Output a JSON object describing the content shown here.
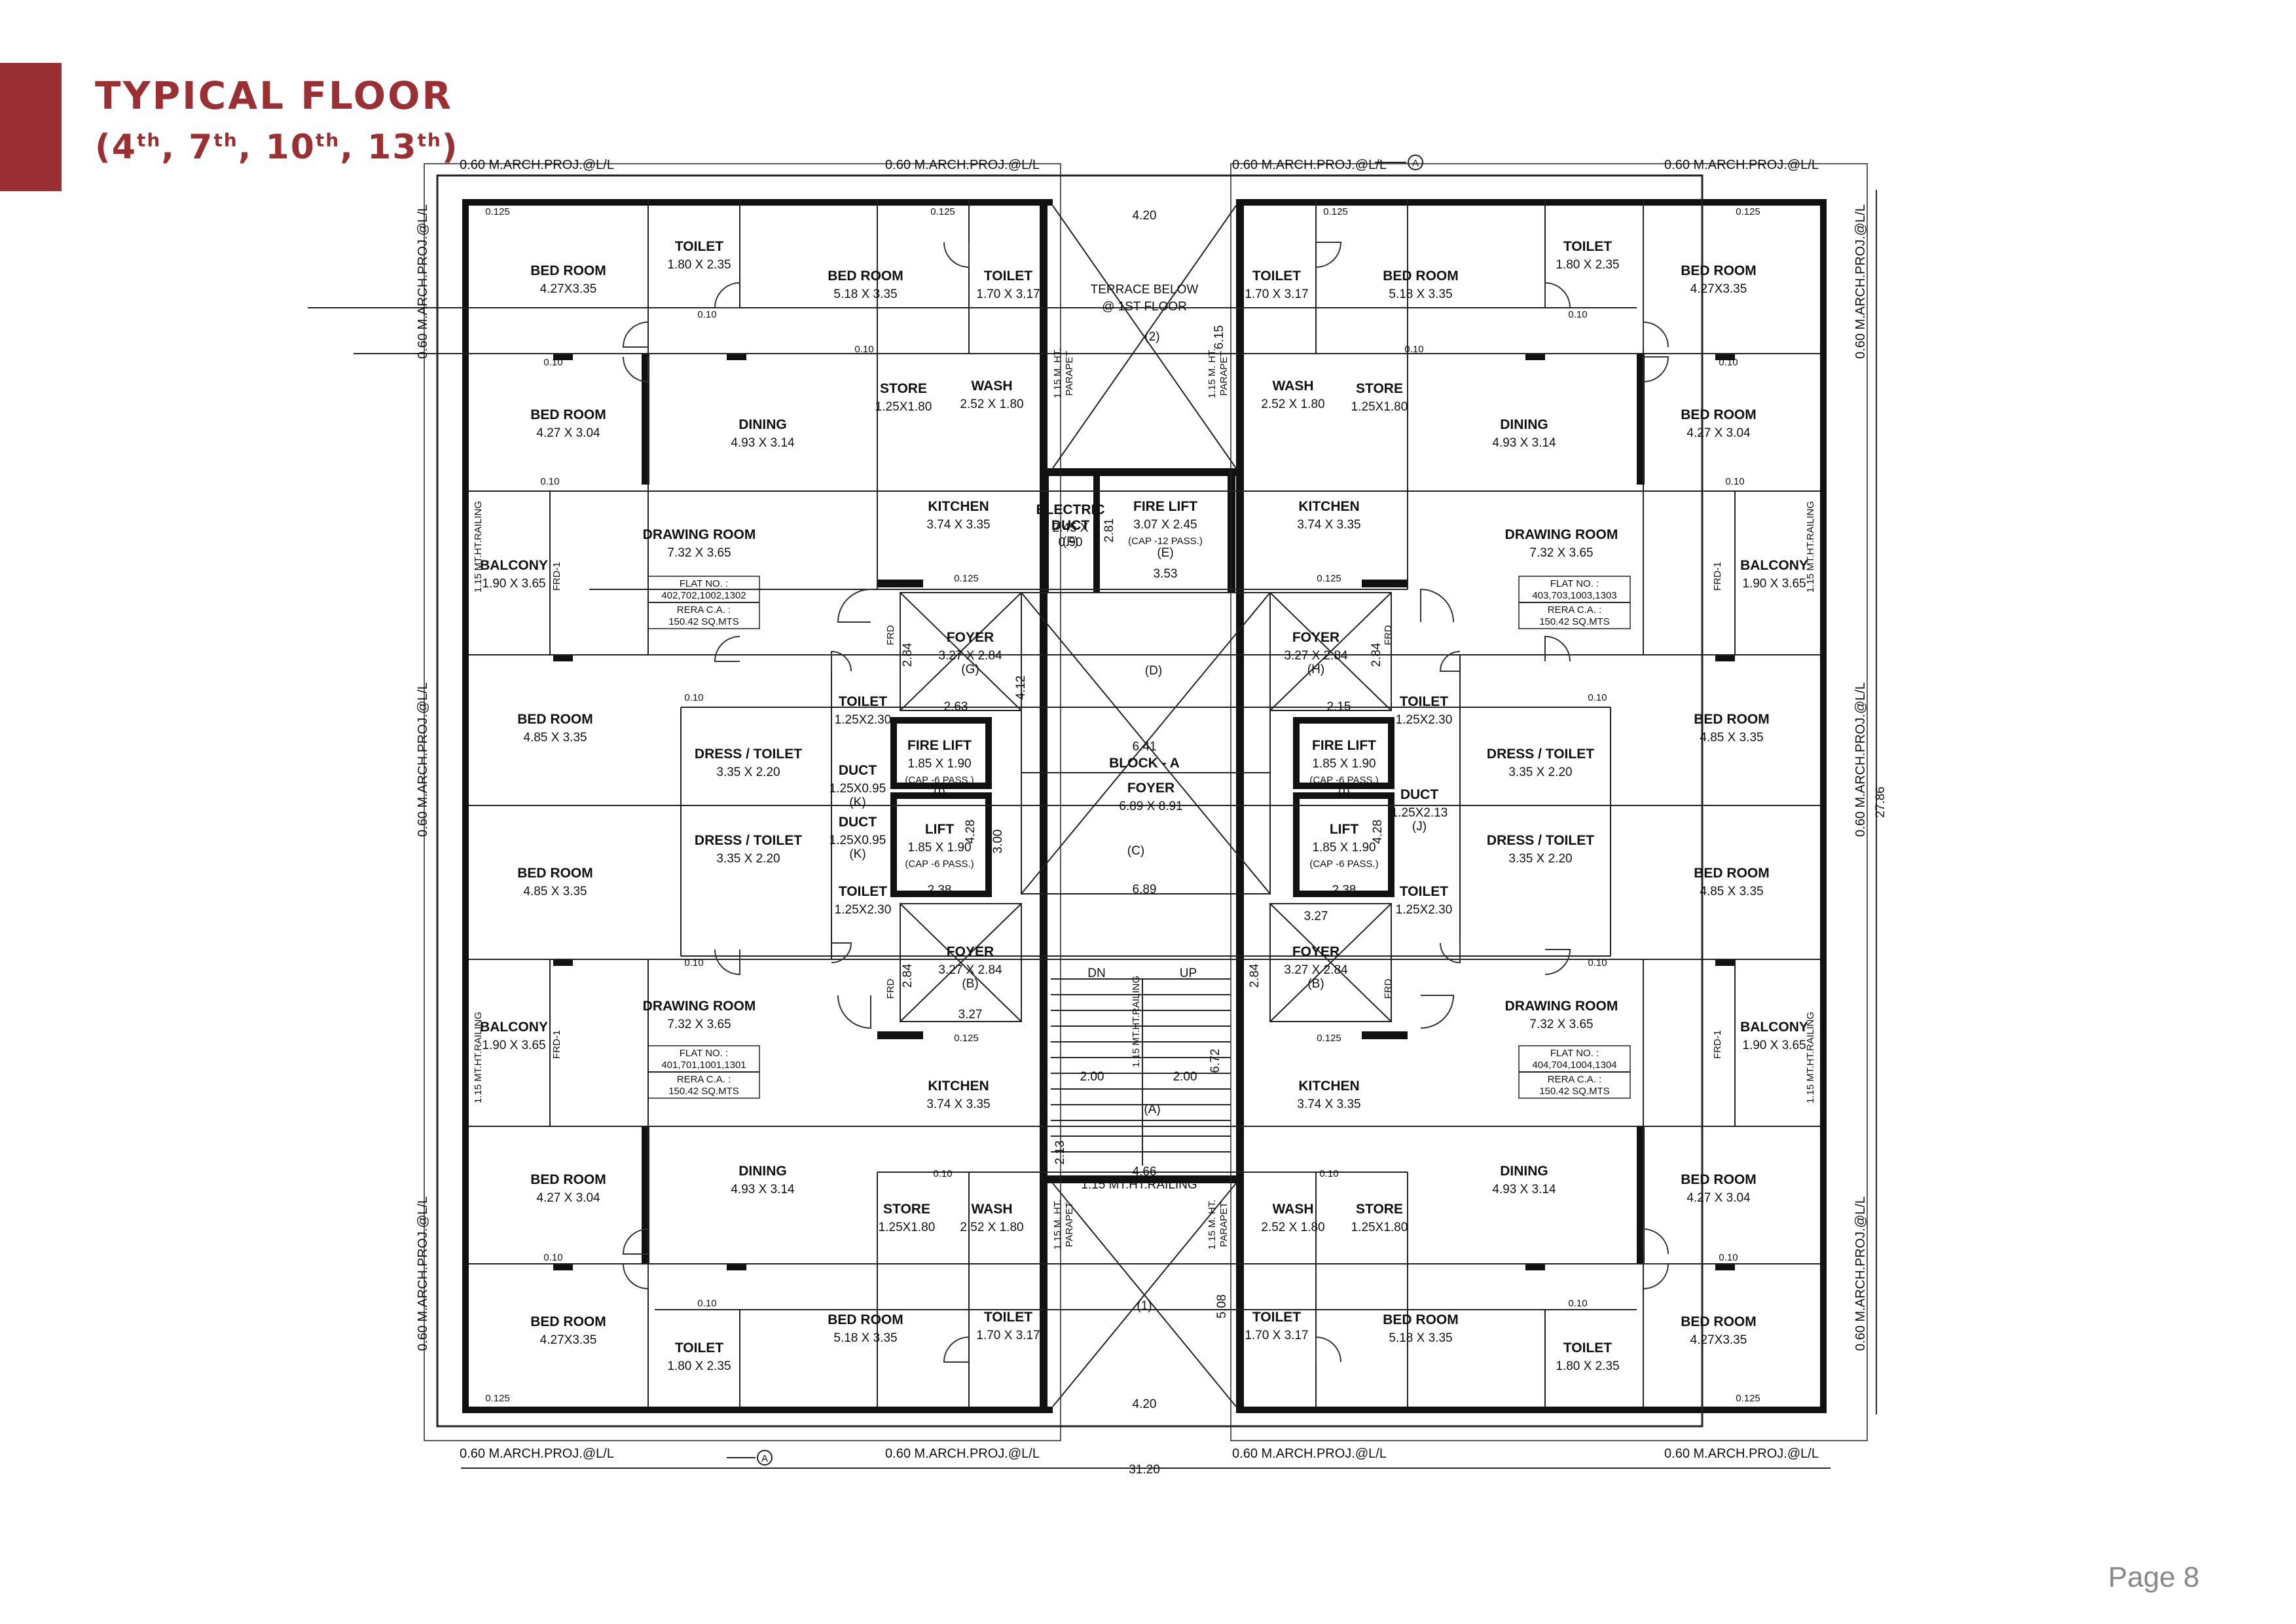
{
  "header": {
    "title": "TYPICAL FLOOR",
    "floors": [
      "4",
      "7",
      "10",
      "13"
    ],
    "floor_suffix": "th"
  },
  "page_label": "Page 8",
  "colors": {
    "accent": "#9a3034",
    "wall": "#111111"
  },
  "plan": {
    "block_name": "BLOCK - A",
    "overall_width": "31.20",
    "overall_depth": "27.86",
    "projection_label": "0.60 M.ARCH.PROJ.@L/L",
    "section_marker": "A",
    "terrace_top": {
      "label": "TERRACE  BELOW\n@ 1ST FLOOR",
      "dim": "4.20",
      "tag": "(2)"
    },
    "terrace_bottom": {
      "dim": "4.20",
      "tag": "(1)"
    },
    "rooms": [
      {
        "id": "tl-bed1",
        "name": "BED ROOM",
        "size": "4.27X3.35"
      },
      {
        "id": "tl-toilet1",
        "name": "TOILET",
        "size": "1.80 X 2.35"
      },
      {
        "id": "tl-bed2",
        "name": "BED ROOM",
        "size": "5.18 X 3.35"
      },
      {
        "id": "tl-toilet2",
        "name": "TOILET",
        "size": "1.70 X 3.17"
      },
      {
        "id": "tl-bed3",
        "name": "BED ROOM",
        "size": "4.27 X 3.04"
      },
      {
        "id": "tl-dining",
        "name": "DINING",
        "size": "4.93 X 3.14"
      },
      {
        "id": "tl-store",
        "name": "STORE",
        "size": "1.25X1.80"
      },
      {
        "id": "tl-wash",
        "name": "WASH",
        "size": "2.52 X 1.80"
      },
      {
        "id": "tl-kitchen",
        "name": "KITCHEN",
        "size": "3.74 X 3.35"
      },
      {
        "id": "tl-drawing",
        "name": "DRAWING ROOM",
        "size": "7.32 X 3.65"
      },
      {
        "id": "tl-balcony",
        "name": "BALCONY",
        "size": "1.90 X 3.65"
      },
      {
        "id": "tr-bed1",
        "name": "BED ROOM",
        "size": "4.27X3.35"
      },
      {
        "id": "tr-toilet1",
        "name": "TOILET",
        "size": "1.80 X 2.35"
      },
      {
        "id": "tr-bed2",
        "name": "BED ROOM",
        "size": "5.18 X 3.35"
      },
      {
        "id": "tr-toilet2",
        "name": "TOILET",
        "size": "1.70 X 3.17"
      },
      {
        "id": "tr-bed3",
        "name": "BED ROOM",
        "size": "4.27 X 3.04"
      },
      {
        "id": "tr-dining",
        "name": "DINING",
        "size": "4.93 X 3.14"
      },
      {
        "id": "tr-store",
        "name": "STORE",
        "size": "1.25X1.80"
      },
      {
        "id": "tr-wash",
        "name": "WASH",
        "size": "2.52 X 1.80"
      },
      {
        "id": "tr-kitchen",
        "name": "KITCHEN",
        "size": "3.74 X 3.35"
      },
      {
        "id": "tr-drawing",
        "name": "DRAWING ROOM",
        "size": "7.32 X 3.65"
      },
      {
        "id": "tr-balcony",
        "name": "BALCONY",
        "size": "1.90 X 3.65"
      },
      {
        "id": "ml-bed-a",
        "name": "BED ROOM",
        "size": "4.85 X 3.35"
      },
      {
        "id": "ml-dress-a",
        "name": "DRESS / TOILET",
        "size": "3.35 X 2.20"
      },
      {
        "id": "ml-toilet-a",
        "name": "TOILET",
        "size": "1.25X2.30"
      },
      {
        "id": "ml-bed-b",
        "name": "BED ROOM",
        "size": "4.85 X 3.35"
      },
      {
        "id": "ml-dress-b",
        "name": "DRESS / TOILET",
        "size": "3.35 X 2.20"
      },
      {
        "id": "ml-toilet-b",
        "name": "TOILET",
        "size": "1.25X2.30"
      },
      {
        "id": "mr-bed-a",
        "name": "BED ROOM",
        "size": "4.85 X 3.35"
      },
      {
        "id": "mr-dress-a",
        "name": "DRESS / TOILET",
        "size": "3.35 X 2.20"
      },
      {
        "id": "mr-toilet-a",
        "name": "TOILET",
        "size": "1.25X2.30"
      },
      {
        "id": "mr-bed-b",
        "name": "BED ROOM",
        "size": "4.85 X 3.35"
      },
      {
        "id": "mr-dress-b",
        "name": "DRESS / TOILET",
        "size": "3.35 X 2.20"
      },
      {
        "id": "mr-toilet-b",
        "name": "TOILET",
        "size": "1.25X2.30"
      },
      {
        "id": "bl-drawing",
        "name": "DRAWING ROOM",
        "size": "7.32 X 3.65"
      },
      {
        "id": "bl-balcony",
        "name": "BALCONY",
        "size": "1.90 X 3.65"
      },
      {
        "id": "bl-kitchen",
        "name": "KITCHEN",
        "size": "3.74 X 3.35"
      },
      {
        "id": "bl-bed3",
        "name": "BED ROOM",
        "size": "4.27 X 3.04"
      },
      {
        "id": "bl-dining",
        "name": "DINING",
        "size": "4.93 X 3.14"
      },
      {
        "id": "bl-store",
        "name": "STORE",
        "size": "1.25X1.80"
      },
      {
        "id": "bl-wash",
        "name": "WASH",
        "size": "2.52 X 1.80"
      },
      {
        "id": "bl-bed1",
        "name": "BED ROOM",
        "size": "4.27X3.35"
      },
      {
        "id": "bl-toilet1",
        "name": "TOILET",
        "size": "1.80 X 2.35"
      },
      {
        "id": "bl-bed2",
        "name": "BED ROOM",
        "size": "5.18 X 3.35"
      },
      {
        "id": "bl-toilet2",
        "name": "TOILET",
        "size": "1.70 X 3.17"
      },
      {
        "id": "br-drawing",
        "name": "DRAWING ROOM",
        "size": "7.32 X 3.65"
      },
      {
        "id": "br-balcony",
        "name": "BALCONY",
        "size": "1.90 X 3.65"
      },
      {
        "id": "br-kitchen",
        "name": "KITCHEN",
        "size": "3.74 X 3.35"
      },
      {
        "id": "br-bed3",
        "name": "BED ROOM",
        "size": "4.27 X 3.04"
      },
      {
        "id": "br-dining",
        "name": "DINING",
        "size": "4.93 X 3.14"
      },
      {
        "id": "br-store",
        "name": "STORE",
        "size": "1.25X1.80"
      },
      {
        "id": "br-wash",
        "name": "WASH",
        "size": "2.52 X 1.80"
      },
      {
        "id": "br-bed1",
        "name": "BED ROOM",
        "size": "4.27X3.35"
      },
      {
        "id": "br-toilet1",
        "name": "TOILET",
        "size": "1.80 X 2.35"
      },
      {
        "id": "br-bed2",
        "name": "BED ROOM",
        "size": "5.18 X 3.35"
      },
      {
        "id": "br-toilet2",
        "name": "TOILET",
        "size": "1.70 X 3.17"
      }
    ],
    "core": [
      {
        "id": "electric-duct",
        "name": "ELECTRIC\nDUCT",
        "size": "2.45 X\n0.90",
        "tag": "(F)"
      },
      {
        "id": "fire-lift-top",
        "name": "FIRE LIFT",
        "size": "3.07 X 2.45",
        "note": "(CAP -12 PASS.)",
        "tag": "(E)"
      },
      {
        "id": "foyer-g",
        "name": "FOYER",
        "size": "3.27 X 2.84",
        "tag": "(G)"
      },
      {
        "id": "foyer-h",
        "name": "FOYER",
        "size": "3.27 X 2.84",
        "tag": "(H)"
      },
      {
        "id": "foyer-main",
        "name": "FOYER",
        "size": "6.89 X 8.91"
      },
      {
        "id": "fire-lift-l",
        "name": "FIRE LIFT",
        "size": "1.85 X 1.90",
        "note": "(CAP -6 PASS.)",
        "tag": "(I)"
      },
      {
        "id": "lift-l",
        "name": "LIFT",
        "size": "1.85 X 1.90",
        "note": "(CAP -6 PASS.)"
      },
      {
        "id": "fire-lift-r",
        "name": "FIRE LIFT",
        "size": "1.85 X 1.90",
        "note": "(CAP -6 PASS.)",
        "tag": "(I)"
      },
      {
        "id": "lift-r",
        "name": "LIFT",
        "size": "1.85 X 1.90",
        "note": "(CAP -6 PASS.)"
      },
      {
        "id": "duct-l1",
        "name": "DUCT",
        "size": "1.25X0.95",
        "tag": "(K)"
      },
      {
        "id": "duct-l2",
        "name": "DUCT",
        "size": "1.25X0.95",
        "tag": "(K)"
      },
      {
        "id": "duct-r",
        "name": "DUCT",
        "size": "1.25X2.13",
        "tag": "(J)"
      },
      {
        "id": "foyer-b-l",
        "name": "FOYER",
        "size": "3.27 X 2.84",
        "tag": "(B)"
      },
      {
        "id": "foyer-b-r",
        "name": "FOYER",
        "size": "3.27 X 2.84",
        "tag": "(B)"
      }
    ],
    "flat_tags": [
      {
        "flat_no_label": "FLAT NO. :",
        "flat_no": "402,702,1002,1302",
        "rera_label": "RERA C.A. :",
        "rera": "150.42  SQ.MTS"
      },
      {
        "flat_no_label": "FLAT NO. :",
        "flat_no": "403,703,1003,1303",
        "rera_label": "RERA C.A. :",
        "rera": "150.42  SQ.MTS"
      },
      {
        "flat_no_label": "FLAT NO. :",
        "flat_no": "401,701,1001,1301",
        "rera_label": "RERA C.A. :",
        "rera": "150.42  SQ.MTS"
      },
      {
        "flat_no_label": "FLAT NO. :",
        "flat_no": "404,704,1004,1304",
        "rera_label": "RERA C.A. :",
        "rera": "150.42  SQ.MTS"
      }
    ],
    "labels": {
      "railing_side": "1.15 MT.HT.RAILING",
      "railing_stair": "1.15 MT.HT.RAILING",
      "parapet": "1.15 M. HT.\nPARAPET",
      "stair_dn": "DN",
      "stair_up": "UP",
      "stair_tag": "(A)",
      "frd": "FRD",
      "frd1": "FRD-1",
      "dims": {
        "d641": "6.41",
        "d689": "6.89",
        "d412": "4.12",
        "d300": "3.00",
        "d353": "3.53",
        "d281": "2.81",
        "d263": "2.63",
        "d215": "2.15",
        "d238": "2.38",
        "d327": "3.27",
        "d284": "2.84",
        "d428": "4.28",
        "d466": "4.66",
        "d200": "2.00",
        "d213": "2.13",
        "d615": "6.15",
        "d672": "6.72",
        "d508": "5.08",
        "d010": "0.10",
        "d0125": "0.125"
      },
      "tag_d": "(D)",
      "tag_c": "(C)"
    }
  }
}
